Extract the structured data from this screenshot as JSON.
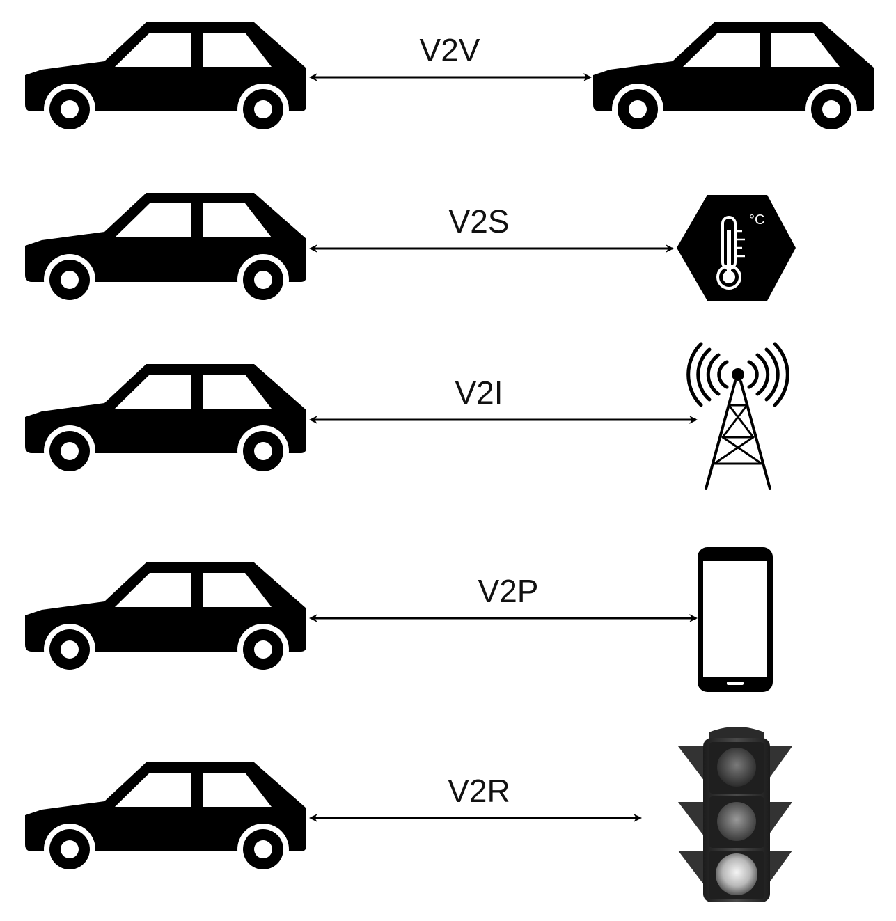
{
  "colors": {
    "ink": "#000000",
    "light": "#ffffff"
  },
  "rows": [
    {
      "label": "V2V",
      "source_icon": "car-icon",
      "target_icon": "car-icon"
    },
    {
      "label": "V2S",
      "source_icon": "car-icon",
      "target_icon": "sensor-thermometer-icon"
    },
    {
      "label": "V2I",
      "source_icon": "car-icon",
      "target_icon": "cell-tower-icon"
    },
    {
      "label": "V2P",
      "source_icon": "car-icon",
      "target_icon": "smartphone-icon"
    },
    {
      "label": "V2R",
      "source_icon": "car-icon",
      "target_icon": "traffic-light-icon"
    }
  ],
  "sensor": {
    "unit": "°C"
  }
}
